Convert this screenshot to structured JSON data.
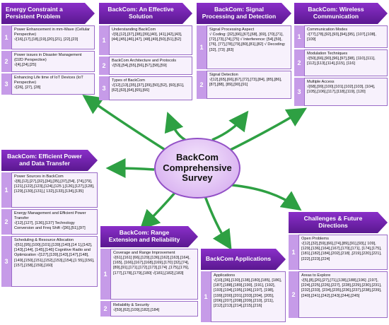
{
  "center": {
    "line1": "BackCom",
    "line2": "Comprehensive",
    "line3": "Survey"
  },
  "sections": [
    {
      "id": "energy",
      "title": "Energy Constraint a Persistent Problem",
      "items": [
        {
          "num": "1",
          "title": "Power Enhancement in mm-Wave (Cellular Perspective)",
          "detail": "√[16],[17],[18],[19],[20],[21], [22],[23]"
        },
        {
          "num": "2",
          "title": "Power issues in Disaster Management (D2D Perspective)",
          "detail": "√[4],[24],[25]"
        },
        {
          "num": "3",
          "title": "Enhancing Life time of IoT Devices (IoT Perspective)",
          "detail": "√[26], [27], [28]"
        }
      ]
    },
    {
      "id": "effective",
      "title": "BackCom: An Effective Solution",
      "items": [
        {
          "num": "1",
          "title": "Understanding BackCom",
          "detail": "√[9],[12],[37],[38],[39],[40], [41],[42],[43],[44],[45],[46],[47], [48],[49],[50],[51],[52]"
        },
        {
          "num": "2",
          "title": "BackCom Architecture and Protocols",
          "detail": "√[53],[54],[55],[56],[57],[58],[59]"
        },
        {
          "num": "3",
          "title": "Types of BackCom",
          "detail": "√[12],[13],[35],[37],[39],[50],[52], [60],[61],[62],[63],[64],[65],[66]"
        }
      ]
    },
    {
      "id": "signal",
      "title": "BackCom: Signal Processing and Detection",
      "items": [
        {
          "num": "1",
          "title": "Signal Processing Aspect",
          "detail": "√ Coding: [32],[66],[67],[68], [69], [70],[71],[72],[73],[74],[75] √ Interference: [54],[59],[76], [77],[78],[79],[80],[81],[82] √ Decoding: [32], [73] ,[83]"
        },
        {
          "num": "2",
          "title": "Signal Detection",
          "detail": "√[12],[65],[66],[67],[72],[73],[84], [85],[86],[87],[88], [89],[90],[91]"
        }
      ]
    },
    {
      "id": "wireless",
      "title": "BackCom: Wireless Communication",
      "items": [
        {
          "num": "1",
          "title": "Communication Modes",
          "detail": "√[77],[78],[92],[93],[94],[95], [107],[108],[109]"
        },
        {
          "num": "2",
          "title": "Modulation Techniques",
          "detail": "√[50],[66],[90],[96],[97],[98], [110],[111],[112],[113],[114],[115], [116]"
        },
        {
          "num": "3",
          "title": "Multiple Access",
          "detail": "√[68],[99],[100],[101],[102],[103], [104],[105],[106],[117],[118],[119], [120]"
        }
      ]
    },
    {
      "id": "power",
      "title": "BackCom: Efficient Power and Data Transfer",
      "items": [
        {
          "num": "1",
          "title": "Power Sources in BackCom",
          "detail": "√[8],[12],[27],[32],[34],[35],[37],[54], [74],[79],[121],[122],[123],[124],[125 ],[126],[127],[128],[129],[130],[131],[ 132],[133],[134],[135]"
        },
        {
          "num": "2",
          "title": "Energy Management and Efficient Power Transfer",
          "detail": "√[12],[127], [136],[137] Technology Conversion and Freq Shift √[36],[51],[97]"
        },
        {
          "num": "3",
          "title": "Scheduling & Resource Allocation",
          "detail": "√[51],[95],[100],[101],[139],[140],[14 1],[142],[143],[144], [145],[146] Cognitive Radio and Optimization √[127],[139],[143],[147],[148], [149],[150],[151],[152],[153],[154],[1 55],[156],[157],[158],[159],[160]"
        }
      ]
    },
    {
      "id": "range",
      "title": "BackCom: Range Extension and Reliability",
      "items": [
        {
          "num": "1",
          "title": "Coverage and Range Improvement",
          "detail": "√[61],[161] [66],[129],[136],[162],[163],[164], [165], [166],[167],[168],[169],[170] [32],[74],[89],[91],[171],[172],[173],[174] ,[175],[176],[177],[178],[179],[180] √[181],[182],[183]"
        },
        {
          "num": "2",
          "title": "Reliability & Security",
          "detail": "√[59],[62],[109],[182],[184]"
        }
      ]
    },
    {
      "id": "apps",
      "title": "BackCom Applications",
      "items": [
        {
          "num": "1",
          "title": "Applications",
          "detail": "√[10],[36],[130],[138],[180],[185], [186],[187],[188],[189],[190], [191], [192],[193],[194],[195],[196],[197], [198],[199],[200],[201],[203],[204], [205],[206],[207],[208],[209],[210], [211],[212],[213],[214],[215],[216]"
        }
      ]
    },
    {
      "id": "challenges",
      "title": "Challenges & Future Directions",
      "items": [
        {
          "num": "1",
          "title": "Open Problems",
          "detail": "√[12],[32],[59],[66],[74],[89],[91],[93],[ 109],[129],[136],[164],[167],[170],[171], [174],[175],[181],[182],[184],[202],[218] ,[219],[220],[221],[222],[223],[224]"
        },
        {
          "num": "2",
          "title": "Areas to Explore",
          "detail": "√[5],[8],[26],[27],[71],[138],[188],[196] ,[197],[224],[225],[226],[227], [228],[229],[230],[231],[232],[233], [234],[235],[236],[237],[238],[239], [240],[241],[242],[243],[244],[245]"
        }
      ]
    }
  ],
  "colors": {
    "header": "#6a1fa8",
    "number": "#c69be8",
    "arrow": "#2ea043"
  }
}
